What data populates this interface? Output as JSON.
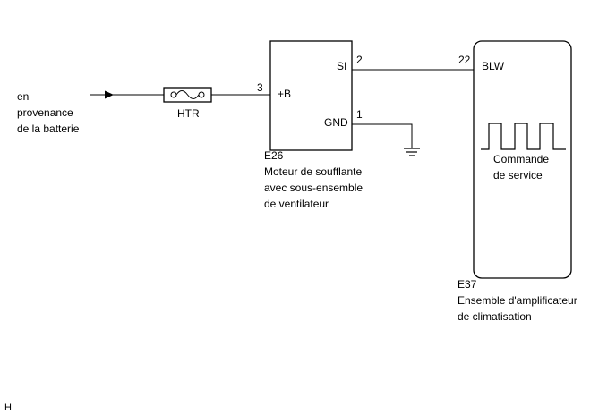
{
  "source": {
    "lines": [
      "en",
      "provenance",
      "de la batterie"
    ]
  },
  "fuse": {
    "label": "HTR"
  },
  "blower_motor": {
    "code": "E26",
    "name_lines": [
      "Moteur de soufflante",
      "avec sous-ensemble",
      "de ventilateur"
    ],
    "pins": [
      {
        "number": "3",
        "label": "+B"
      },
      {
        "number": "2",
        "label": "SI"
      },
      {
        "number": "1",
        "label": "GND"
      }
    ]
  },
  "amplifier": {
    "code": "E37",
    "name_lines": [
      "Ensemble d'amplificateur",
      "de climatisation"
    ],
    "pin": {
      "number": "22",
      "label": "BLW"
    },
    "signal_lines": [
      "Commande",
      "de service"
    ],
    "signal_icon": "square-wave-icon"
  },
  "corner_mark": "H",
  "colors": {
    "line": "#000000",
    "background": "#ffffff"
  }
}
